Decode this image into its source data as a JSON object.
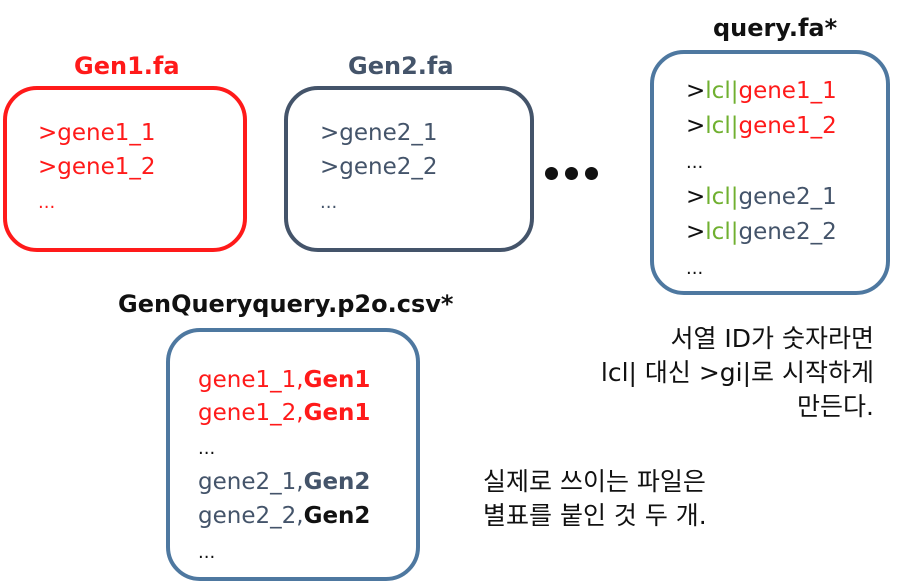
{
  "colors": {
    "red": "#ff1a1a",
    "slate": "#44546a",
    "blue_border": "#4e78a0",
    "green": "#70b030",
    "black": "#111111"
  },
  "gen1": {
    "title": "Gen1.fa",
    "lines": [
      ">gene1_1",
      ">gene1_2",
      "..."
    ]
  },
  "gen2": {
    "title": "Gen2.fa",
    "lines": [
      ">gene2_1",
      ">gene2_2",
      "..."
    ]
  },
  "ellipsis_icon": "three-dots",
  "query": {
    "title": "query.fa*",
    "prefix_gt": ">",
    "prefix_lcl": "lcl",
    "prefix_bar": "|",
    "rows": [
      "gene1_1",
      "gene1_2",
      "gene2_1",
      "gene2_2"
    ],
    "ellipsis": "..."
  },
  "csv": {
    "title": "GenQueryquery.p2o.csv*",
    "rows": [
      {
        "id": "gene1_1,",
        "gen": "Gen1"
      },
      {
        "id": "gene1_2,",
        "gen": "Gen1"
      },
      {
        "id": "gene2_1,",
        "gen": "Gen2"
      },
      {
        "id": "gene2_2,",
        "gen": "Gen2"
      }
    ],
    "ellipsis": "..."
  },
  "note_seqid": [
    "서열 ID가 숫자라면",
    "lcl| 대신 >gi|로 시작하게",
    "만든다."
  ],
  "note_files": [
    "실제로 쓰이는 파일은",
    "별표를 붙인 것 두 개."
  ]
}
